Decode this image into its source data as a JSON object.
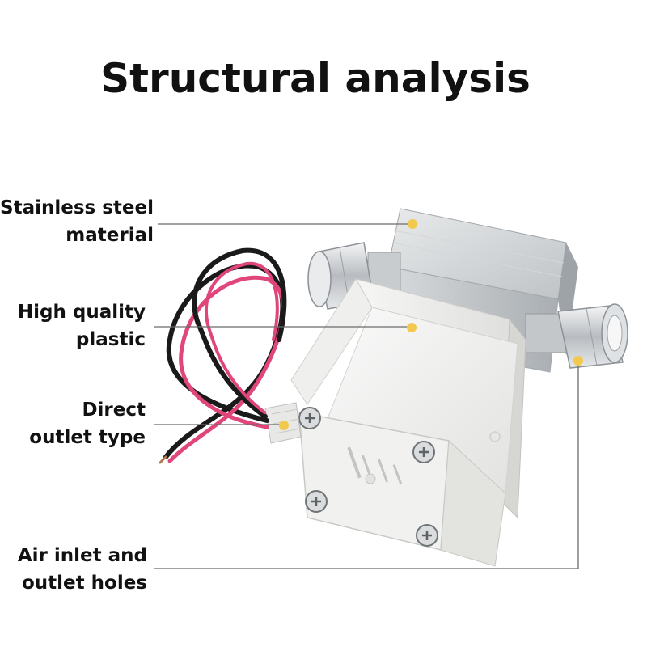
{
  "title": "Structural analysis",
  "callouts": [
    {
      "line1": "Stainless steel",
      "line2": "material"
    },
    {
      "line1": "High quality",
      "line2": "plastic"
    },
    {
      "line1": "Direct",
      "line2": "outlet type"
    },
    {
      "line1": "Air inlet and",
      "line2": "outlet holes"
    }
  ],
  "colors": {
    "dot": "#f2c94c",
    "wire_red": "#e0457b",
    "wire_black": "#1a1a1a",
    "housing": "#eeeeec",
    "steel": "#cfd2d4"
  },
  "icons": [
    "solenoid-valve-image",
    "callout-dot-icon",
    "screw-icon"
  ]
}
